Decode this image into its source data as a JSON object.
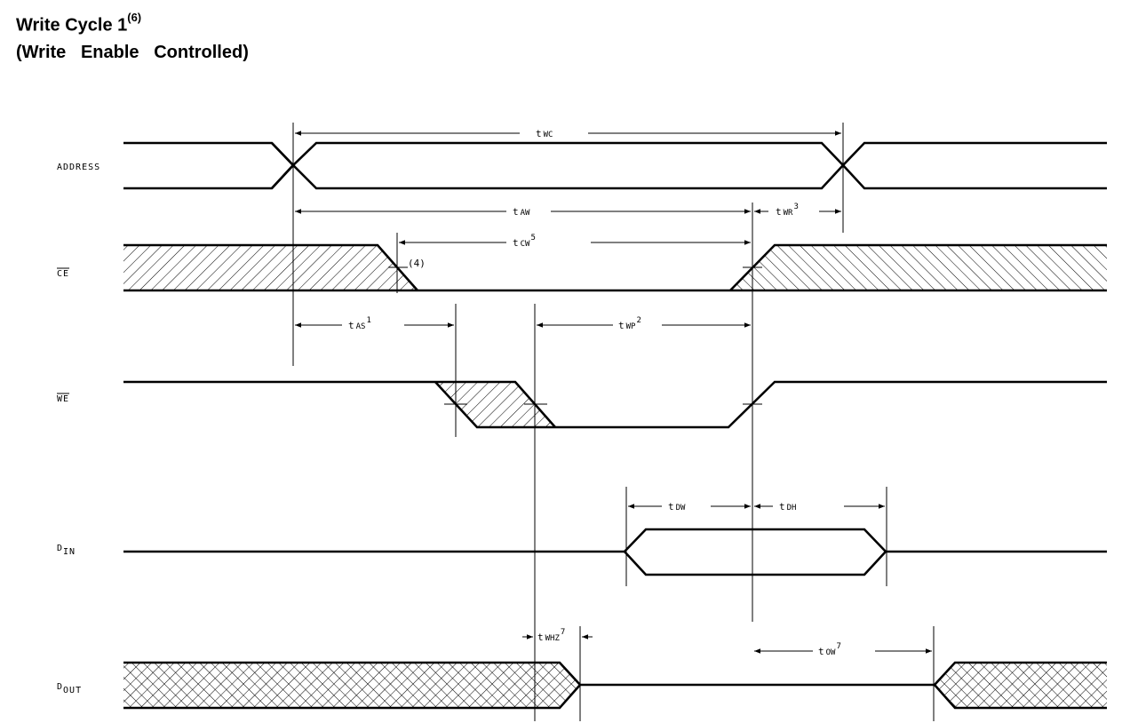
{
  "title": {
    "line1": "Write Cycle 1",
    "line1_sup": "(6)",
    "line2": "(Write   Enable   Controlled)"
  },
  "signals": [
    {
      "key": "address",
      "label": "ADDRESS",
      "overbar": false
    },
    {
      "key": "ce",
      "label": "CE",
      "overbar": true
    },
    {
      "key": "we",
      "label": "WE",
      "overbar": true
    },
    {
      "key": "din",
      "label": "D",
      "sub": "IN",
      "overbar": false
    },
    {
      "key": "dout",
      "label": "D",
      "sub": "OUT",
      "overbar": false
    }
  ],
  "timings": [
    {
      "key": "twc",
      "base": "t",
      "sub": "WC",
      "sup": ""
    },
    {
      "key": "taw",
      "base": "t",
      "sub": "AW",
      "sup": ""
    },
    {
      "key": "twr",
      "base": "t",
      "sub": "WR",
      "sup": "3"
    },
    {
      "key": "tcw",
      "base": "t",
      "sub": "CW",
      "sup": "5"
    },
    {
      "key": "note4",
      "base": "(4)",
      "sub": "",
      "sup": ""
    },
    {
      "key": "tas",
      "base": "t",
      "sub": "AS",
      "sup": "1"
    },
    {
      "key": "twp",
      "base": "t",
      "sub": "WP",
      "sup": "2"
    },
    {
      "key": "tdw",
      "base": "t",
      "sub": "DW",
      "sup": ""
    },
    {
      "key": "tdh",
      "base": "t",
      "sub": "DH",
      "sup": ""
    },
    {
      "key": "twhz",
      "base": "t",
      "sub": "WHZ",
      "sup": "7"
    },
    {
      "key": "tow",
      "base": "t",
      "sub": "OW",
      "sup": "7"
    }
  ]
}
